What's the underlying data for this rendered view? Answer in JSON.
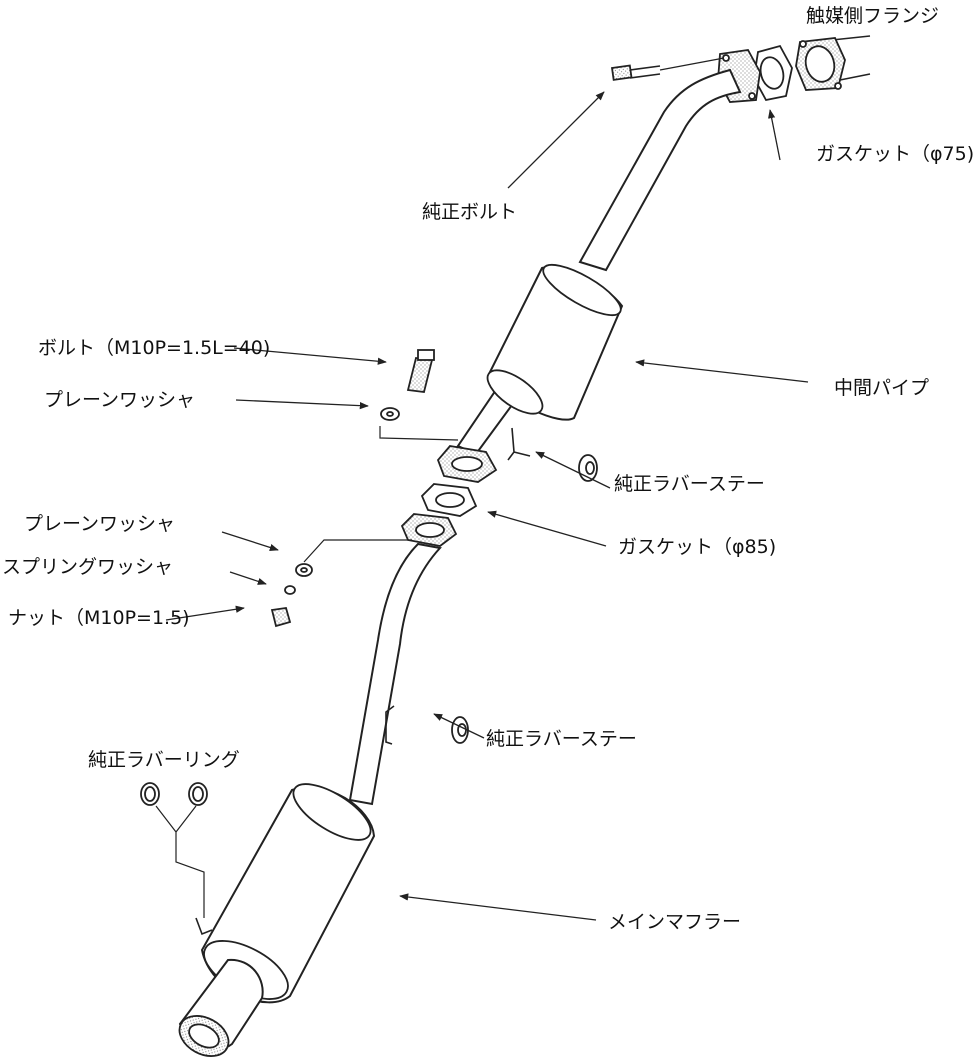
{
  "labels": {
    "cat_flange": "触媒側フランジ",
    "gasket_75": "ガスケット（φ75)",
    "oem_bolt": "純正ボルト",
    "mid_pipe": "中間パイプ",
    "bolt": "ボルト（M10P=1.5L=40)",
    "plain_washer_1": "プレーンワッシャ",
    "oem_rubber_stay_1": "純正ラバーステー",
    "gasket_85": "ガスケット（φ85)",
    "plain_washer_2": "プレーンワッシャ",
    "spring_washer": "スプリングワッシャ",
    "nut": "ナット（M10P=1.5)",
    "oem_rubber_stay_2": "純正ラバーステー",
    "oem_rubber_ring": "純正ラバーリング",
    "main_muffler": "メインマフラー"
  }
}
